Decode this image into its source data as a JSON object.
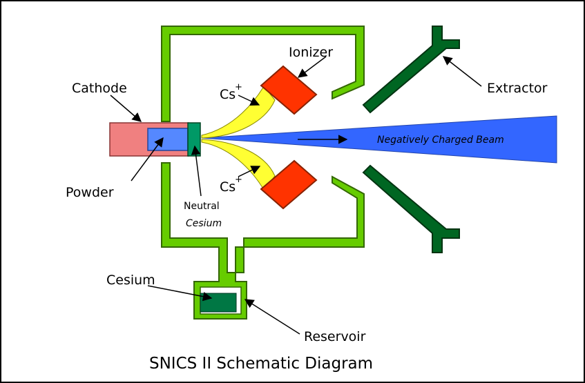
{
  "labels": {
    "cathode": "Cathode",
    "ionizer": "Ionizer",
    "extractor": "Extractor",
    "cs_ion": "Cs",
    "cs_charge": "+",
    "beam": "Negatively Charged Beam",
    "powder": "Powder",
    "neutral_cesium_line1": "Neutral",
    "neutral_cesium_line2": "Cesium",
    "cesium": "Cesium",
    "reservoir": "Reservoir"
  },
  "caption": "SNICS II Schematic Diagram",
  "colors": {
    "housing": "#66cc00",
    "housing_dark": "#336600",
    "housing_light": "#ccff66",
    "extractor": "#006622",
    "ionizer": "#ff3300",
    "cesium_stream": "#ffff33",
    "beam": "#3366ff",
    "cathode": "#f08080",
    "powder": "#5588ff",
    "cesium_liquid": "#007744",
    "neutral_cesium": "#009966"
  }
}
